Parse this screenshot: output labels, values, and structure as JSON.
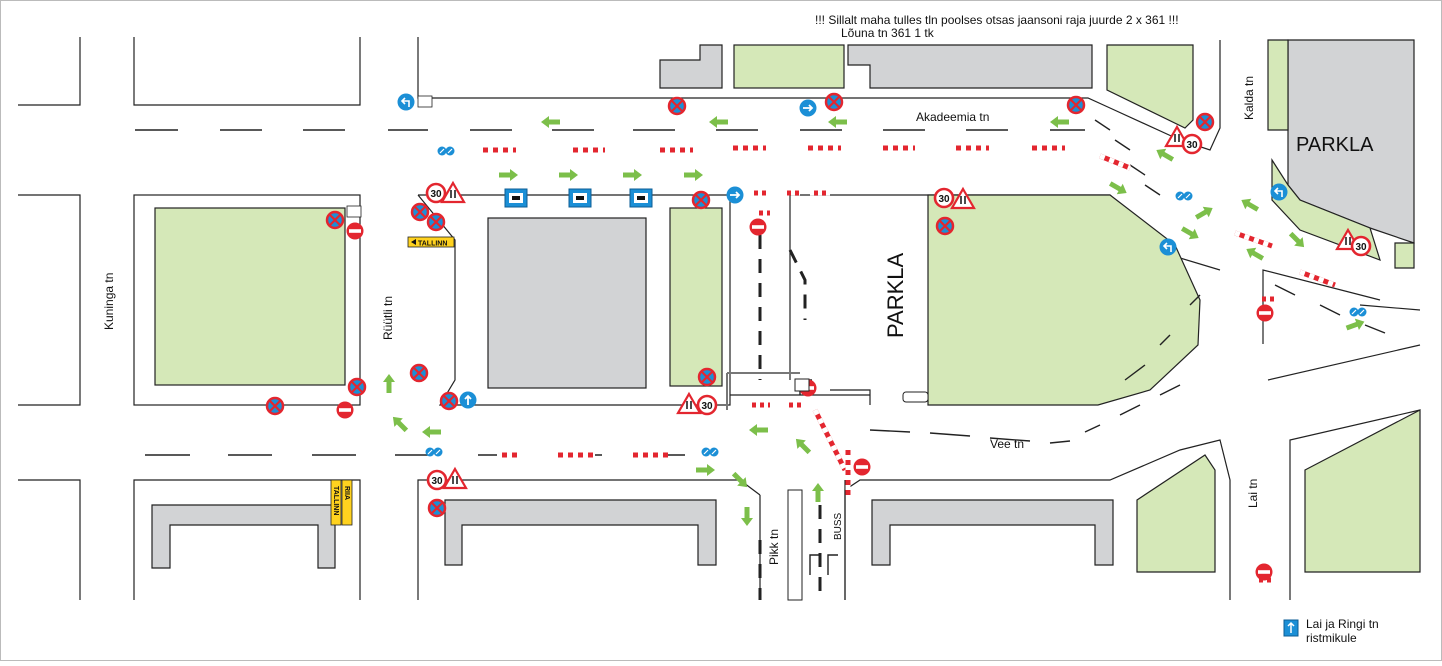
{
  "notes": {
    "line1": "!!! Sillalt maha tulles tln poolses otsas jaansoni raja juurde 2 x 361 !!!",
    "line2": "Lõuna tn 361 1 tk"
  },
  "streets": {
    "akadeemia": "Akadeemia tn",
    "kuninga": "Kuninga tn",
    "ruutli": "Rüütli tn",
    "vee": "Vee tn",
    "kalda": "Kalda tn",
    "lai": "Lai tn",
    "pikk": "Pikk tn",
    "buss": "BUSS"
  },
  "parking": {
    "center": "PARKLA",
    "right": "PARKLA"
  },
  "signs": {
    "speed_limit": "30",
    "tallinn": "TALLINN",
    "riia": "RIIA"
  },
  "legend": {
    "line1": "Lai ja Ringi tn",
    "line2": "ristmikule"
  },
  "colors": {
    "building": "#d2d3d5",
    "green": "#d5e8b8",
    "arrow": "#7cbf4a",
    "sign_red": "#e3262f",
    "sign_blue": "#1b8fd6",
    "barrier": "#e3262f",
    "yellow": "#ffd21f"
  }
}
